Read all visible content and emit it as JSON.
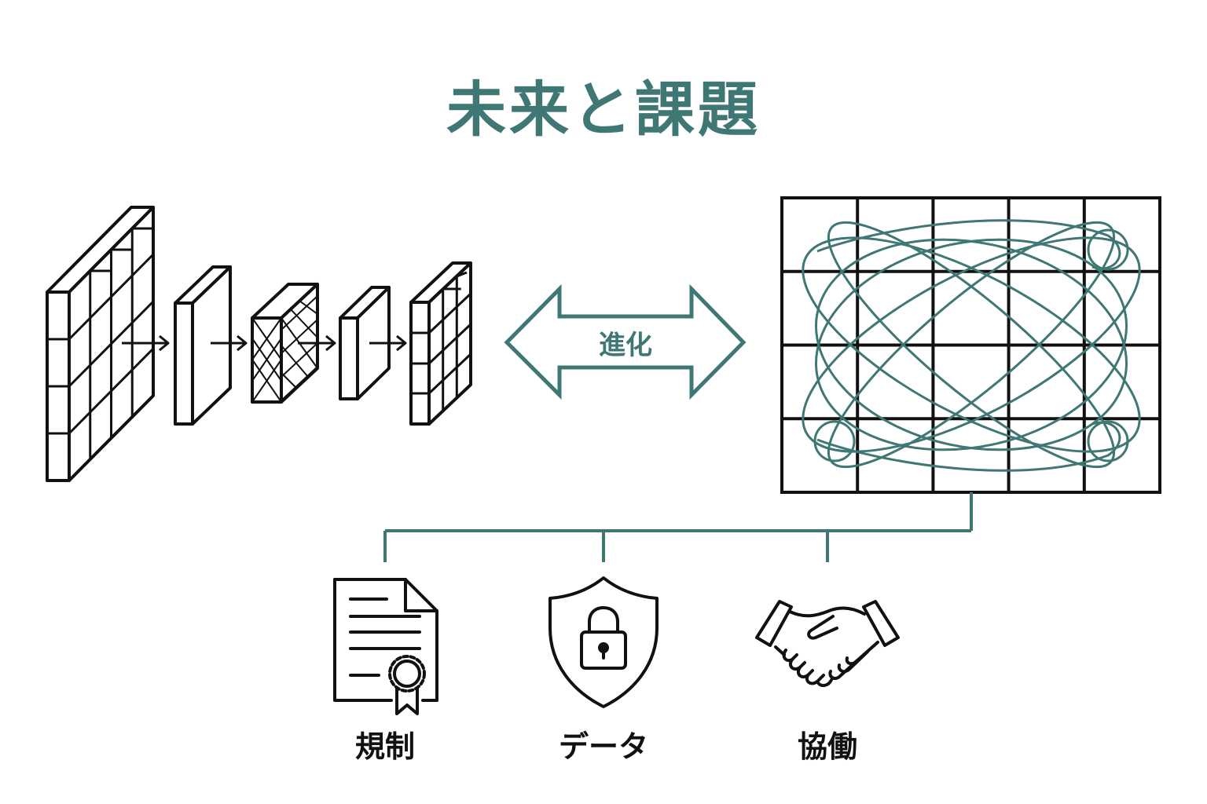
{
  "title": "未来と課題",
  "arrow_label": "進化",
  "challenges": [
    {
      "label": "規制",
      "icon": "certificate-document-icon"
    },
    {
      "label": "データ",
      "icon": "shield-lock-icon"
    },
    {
      "label": "協働",
      "icon": "handshake-icon"
    }
  ],
  "colors": {
    "accent": "#3f7775",
    "line": "#111111",
    "background": "#ffffff"
  }
}
